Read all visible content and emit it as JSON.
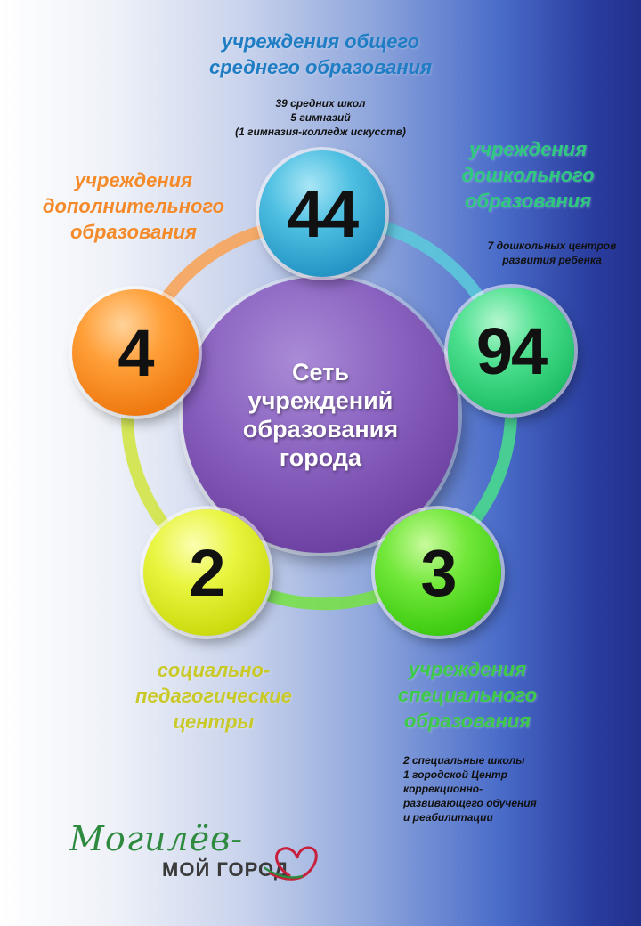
{
  "center": {
    "label": "Сеть\nучреждений\nобразования\nгорода"
  },
  "nodes": {
    "general": {
      "value": "44",
      "title": "учреждения общего\nсреднего образования",
      "note": "39 средних школ\n5 гимназий\n(1 гимназия-колледж искусств)",
      "color": "#1f7dc4"
    },
    "preschool": {
      "value": "94",
      "title": "учреждения\nдошкольного\nобразования",
      "note": "7 дошкольных центров\nразвития ребенка",
      "color": "#2ec97e"
    },
    "special": {
      "value": "3",
      "title": "учреждения\nспециального\nобразования",
      "note": "2 специальные школы\n1  городской Центр\nкоррекционно-\nразвивающего обучения\nи реабилитации",
      "color": "#3ec94a"
    },
    "social": {
      "value": "2",
      "title": "социально-\nпедагогические\nцентры",
      "color": "#c9c92a"
    },
    "additional": {
      "value": "4",
      "title": "учреждения\nдополнительного\nобразования",
      "color": "#f48a2a"
    }
  },
  "logo": {
    "script": "Могилёв-",
    "subtitle": "МОЙ ГОРОД"
  }
}
